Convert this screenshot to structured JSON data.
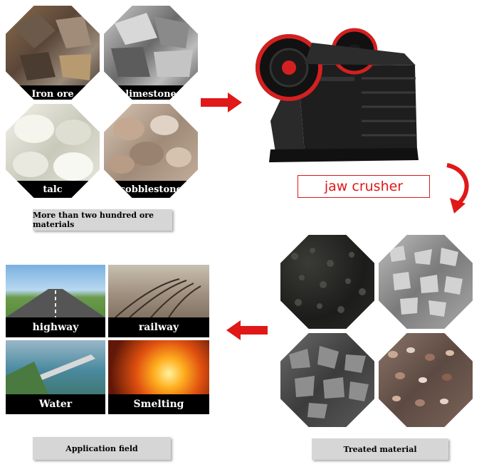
{
  "ore_materials": [
    {
      "label": "Iron ore"
    },
    {
      "label": "limestone"
    },
    {
      "label": "talc"
    },
    {
      "label": "cobblestone"
    }
  ],
  "ore_caption": "More than two hundred ore materials",
  "machine_label": "jaw crusher",
  "applications": [
    {
      "label": "highway"
    },
    {
      "label": "railway"
    },
    {
      "label": "Water"
    },
    {
      "label": "Smelting"
    }
  ],
  "application_caption": "Application field",
  "treated_caption": "Treated material",
  "colors": {
    "accent_red": "#e01818",
    "caption_gray": "#d6d6d6"
  }
}
